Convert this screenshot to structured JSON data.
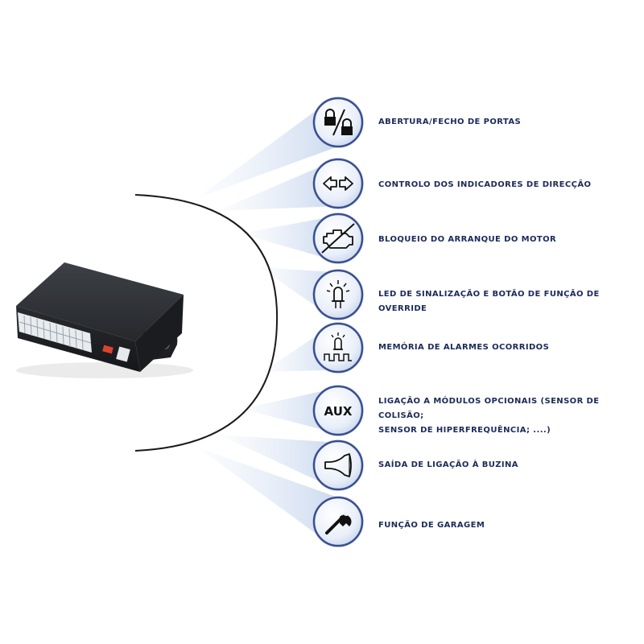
{
  "colors": {
    "label_text": "#1c2a5a",
    "ray_color": "#a9c1e4",
    "icon_ring": "#3a4f8f",
    "icon_fill": "#eef3fb",
    "arc_color": "#1a1a1a",
    "device_body": "#2b2d31"
  },
  "features": [
    {
      "icon": "lock-unlock-icon",
      "lines": [
        "ABERTURA/FECHO DE PORTAS"
      ]
    },
    {
      "icon": "direction-arrows-icon",
      "lines": [
        "CONTROLO DOS INDICADORES DE DIRECÇÃO"
      ]
    },
    {
      "icon": "engine-block-icon",
      "lines": [
        "BLOQUEIO DO ARRANQUE DO MOTOR"
      ]
    },
    {
      "icon": "led-signal-icon",
      "lines": [
        "LED DE SINALIZAÇÃO E BOTÃO DE FUNÇÃO DE OVERRIDE"
      ]
    },
    {
      "icon": "alarm-memory-icon",
      "lines": [
        "MEMÓRIA DE ALARMES OCORRIDOS"
      ]
    },
    {
      "icon": "aux-icon",
      "text": "AUX",
      "lines": [
        "LIGAÇÃO A MÓDULOS OPCIONAIS (SENSOR DE COLISÃO;",
        "SENSOR DE HIPERFREQUÊNCIA; ....)"
      ]
    },
    {
      "icon": "horn-icon",
      "lines": [
        "SAÍDA DE LIGAÇÃO À BUZINA"
      ]
    },
    {
      "icon": "wrench-icon",
      "lines": [
        "FUNÇÃO DE GARAGEM"
      ]
    }
  ]
}
